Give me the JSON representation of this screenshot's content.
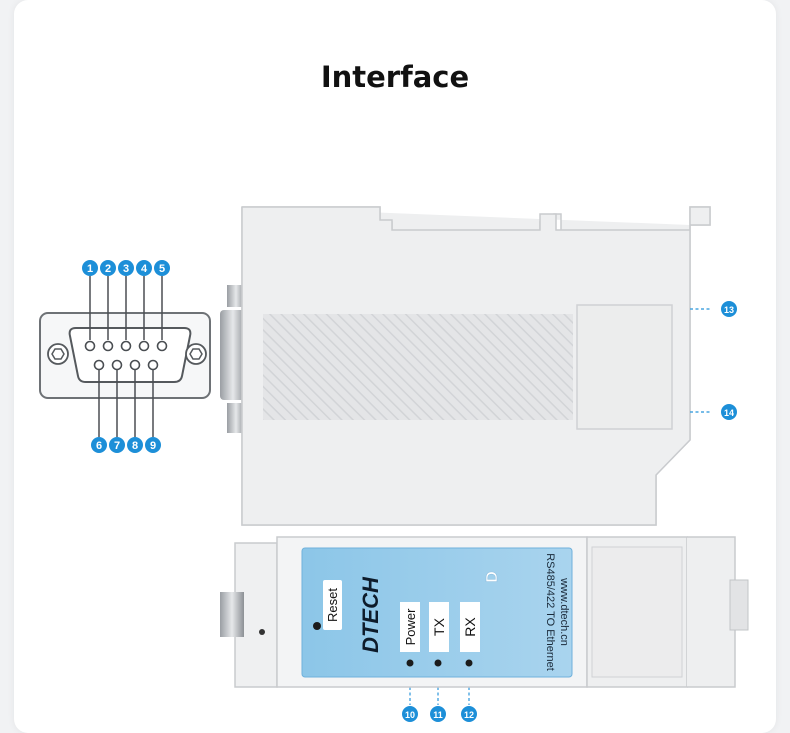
{
  "title": "Interface",
  "accent_color": "#1d8fd8",
  "db9_pins_top": [
    "1",
    "2",
    "3",
    "4",
    "5"
  ],
  "db9_pins_bottom": [
    "6",
    "7",
    "8",
    "9"
  ],
  "callouts_right": [
    "13",
    "14"
  ],
  "callouts_bottom": [
    "10",
    "11",
    "12"
  ],
  "front_panel": {
    "reset": "Reset",
    "power": "Power",
    "tx": "TX",
    "rx": "RX",
    "brand": "DTECH",
    "product": "RS485/422 TO Ethernet",
    "website": "www.dtech.cn"
  }
}
